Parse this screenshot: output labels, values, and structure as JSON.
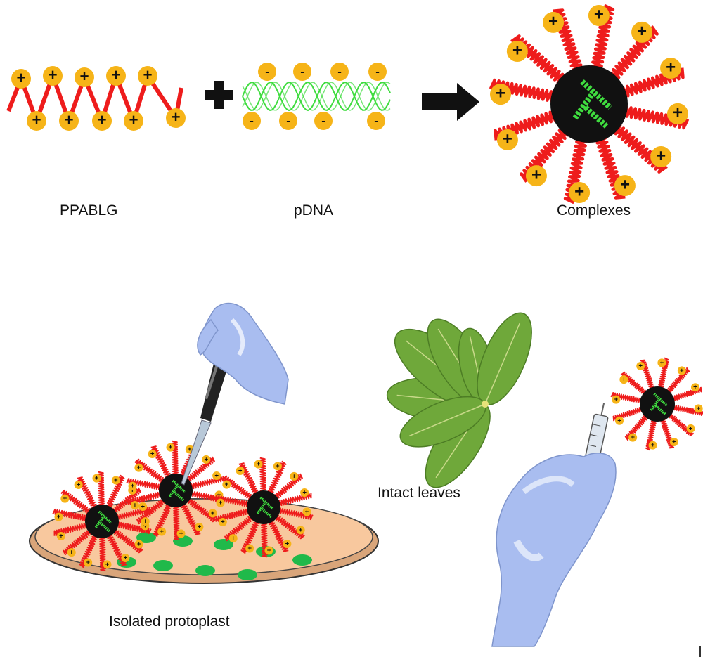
{
  "labels": {
    "polymer": "PPABLG",
    "dna": "pDNA",
    "complexes": "Complexes",
    "protoplast": "Isolated protoplast",
    "leaves": "Intact leaves"
  },
  "symbols": {
    "positive": "+",
    "negative": "-"
  },
  "colors": {
    "polymer": "#ee1c1c",
    "charge": "#f6b418",
    "dna": "#3fdc3f",
    "core": "#111111",
    "glove": "#a9bdf0",
    "dish": "#f8c89e",
    "protoplast": "#20b94a",
    "leaf": "#6fa83a"
  }
}
